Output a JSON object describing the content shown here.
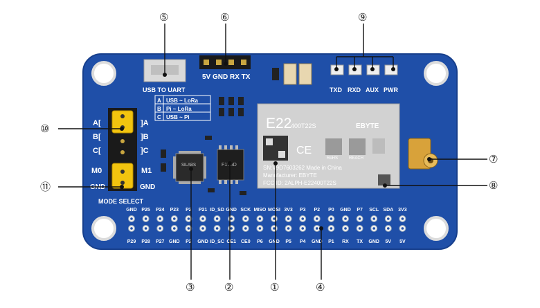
{
  "callouts": {
    "c1": "①",
    "c2": "②",
    "c3": "③",
    "c4": "④",
    "c5": "⑤",
    "c6": "⑥",
    "c7": "⑦",
    "c8": "⑧",
    "c9": "⑨",
    "c10": "⑩",
    "c11": "⑪"
  },
  "usb_label": "USB TO UART",
  "uart_header_label": "5V GND RX TX",
  "led_labels": [
    "TXD",
    "RXD",
    "AUX",
    "PWR"
  ],
  "mode_table": [
    {
      "key": "A",
      "value": "USB ~ LoRa"
    },
    {
      "key": "B",
      "value": "Pi ~ LoRa"
    },
    {
      "key": "C",
      "value": "USB ~ Pi"
    }
  ],
  "jumper_labels": {
    "a_left": "A[",
    "a_right": "]A",
    "b_left": "B[",
    "b_right": "]B",
    "c_left": "C[",
    "c_right": "]C",
    "m0": "M0",
    "m1": "M1",
    "gnd_left": "GND",
    "gnd_right": "GND",
    "mode_select": "MODE SELECT"
  },
  "chips": {
    "cp2102": "SILABS",
    "ft": "F17AD"
  },
  "module": {
    "model": "E22",
    "submodel": "400T22S",
    "brand": "EBYTE",
    "sn": "SN:V9D7603262  Made in China",
    "manufacturer": "Manufacturer: EBYTE",
    "fcc": "FCC ID: 2ALPH-E22400T22S",
    "ce": "CE",
    "rohs": "RoHS",
    "reach": "REACH"
  },
  "gpio_top": [
    "GND",
    "P25",
    "P24",
    "P23",
    "P2",
    "P21",
    "ID_SD",
    "GND",
    "SCK",
    "MISO",
    "MOSI",
    "3V3",
    "P3",
    "P2",
    "P0",
    "GND",
    "P7",
    "SCL",
    "SDA",
    "3V3"
  ],
  "gpio_bottom": [
    "P29",
    "P28",
    "P27",
    "GND",
    "P2",
    "GND",
    "ID_SC",
    "CE1",
    "CE0",
    "P6",
    "GND",
    "P5",
    "P4",
    "GND",
    "P1",
    "RX",
    "TX",
    "GND",
    "5V",
    "5V"
  ],
  "colors": {
    "board": "#1f4fa8",
    "board_dark": "#173f8c",
    "jumper": "#f2c40f",
    "module": "#cfcfcf",
    "gold": "#d8a23a"
  }
}
